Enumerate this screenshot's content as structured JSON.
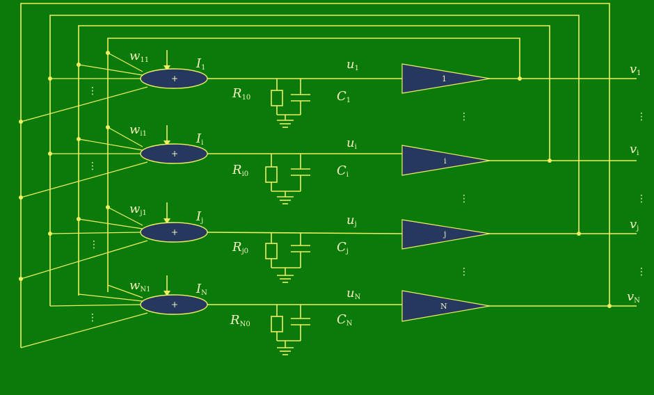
{
  "stages": [
    {
      "idx": "1",
      "w": "w",
      "w_sub": "11",
      "I": "I",
      "I_sub": "1",
      "R": "R",
      "R_sub": "10",
      "C": "C",
      "C_sub": "1",
      "u": "u",
      "u_sub": "1",
      "v": "v",
      "v_sub": "1",
      "amp": "1",
      "sum": "+"
    },
    {
      "idx": "i",
      "w": "w",
      "w_sub": "i1",
      "I": "I",
      "I_sub": "i",
      "R": "R",
      "R_sub": "i0",
      "C": "C",
      "C_sub": "i",
      "u": "u",
      "u_sub": "i",
      "v": "v",
      "v_sub": "i",
      "amp": "i",
      "sum": "+"
    },
    {
      "idx": "j",
      "w": "w",
      "w_sub": "j1",
      "I": "I",
      "I_sub": "j",
      "R": "R",
      "R_sub": "j0",
      "C": "C",
      "C_sub": "j",
      "u": "u",
      "u_sub": "j",
      "v": "v",
      "v_sub": "j",
      "amp": "j",
      "sum": "+"
    },
    {
      "idx": "N",
      "w": "w",
      "w_sub": "N1",
      "I": "I",
      "I_sub": "N",
      "R": "R",
      "R_sub": "N0",
      "C": "C",
      "C_sub": "N",
      "u": "u",
      "u_sub": "N",
      "v": "v",
      "v_sub": "N",
      "amp": "N",
      "sum": "+"
    }
  ],
  "ellipsis": "⋮",
  "colors": {
    "background": "#0a7a0a",
    "wire": "#f0f060",
    "block": "#27385f",
    "text": "#f4f4c0"
  }
}
